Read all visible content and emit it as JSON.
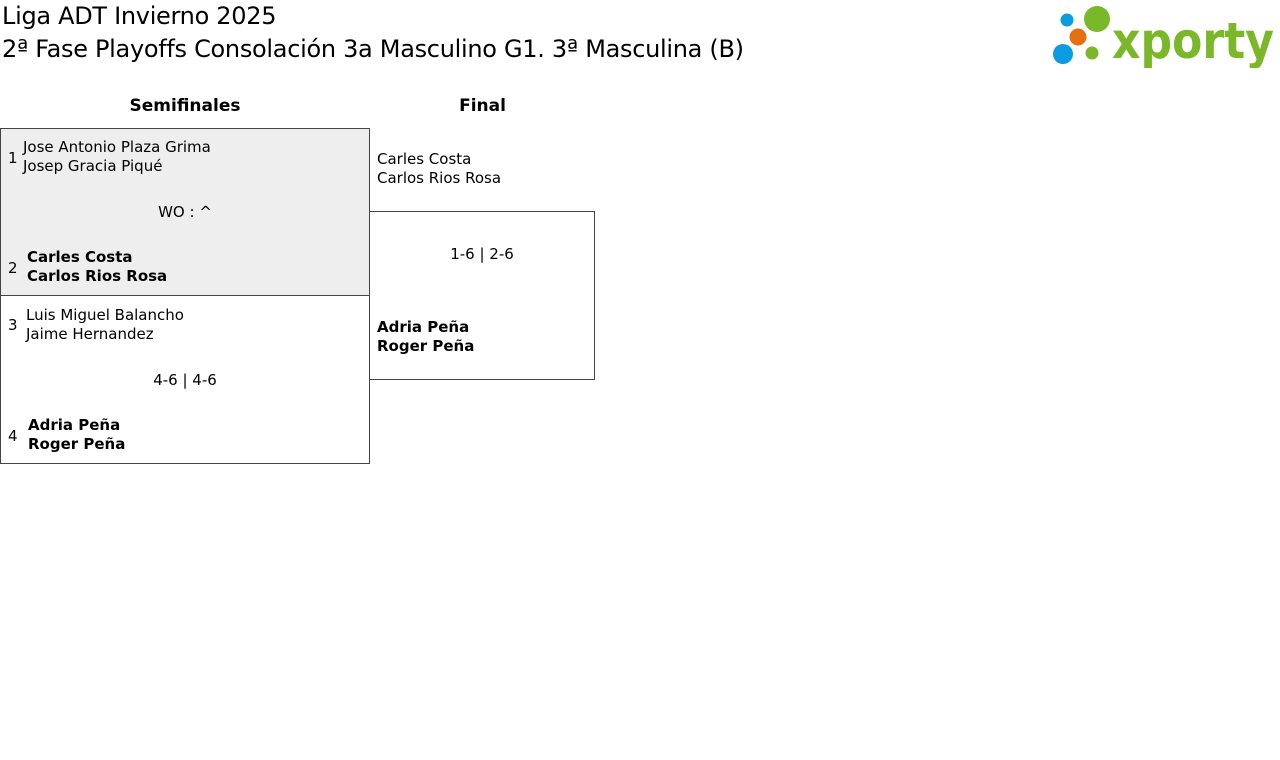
{
  "header": {
    "title": "Liga ADT Invierno 2025",
    "subtitle": "2ª Fase Playoffs Consolación 3a Masculino G1. 3ª Masculina (B)",
    "logo_text": "xporty",
    "logo_colors": {
      "green": "#7ab829",
      "blue": "#0a9be0",
      "orange": "#e5700f"
    }
  },
  "rounds": [
    {
      "label": "Semifinales"
    },
    {
      "label": "Final"
    }
  ],
  "semifinals": [
    {
      "team1": {
        "seed": "1",
        "player1": "Jose Antonio Plaza Grima",
        "player2": "Josep Gracia Piqué"
      },
      "score": "WO : ^",
      "team2": {
        "seed": "2",
        "player1": "Carles Costa",
        "player2": "Carlos Rios Rosa"
      }
    },
    {
      "team1": {
        "seed": "3",
        "player1": "Luis Miguel Balancho",
        "player2": "Jaime Hernandez"
      },
      "score": "4-6 | 4-6",
      "team2": {
        "seed": "4",
        "player1": "Adria Peña",
        "player2": "Roger Peña"
      }
    }
  ],
  "final": {
    "team1": {
      "player1": "Carles Costa",
      "player2": "Carlos Rios Rosa"
    },
    "score": "1-6 | 2-6",
    "team2": {
      "player1": "Adria Peña",
      "player2": "Roger Peña"
    }
  }
}
